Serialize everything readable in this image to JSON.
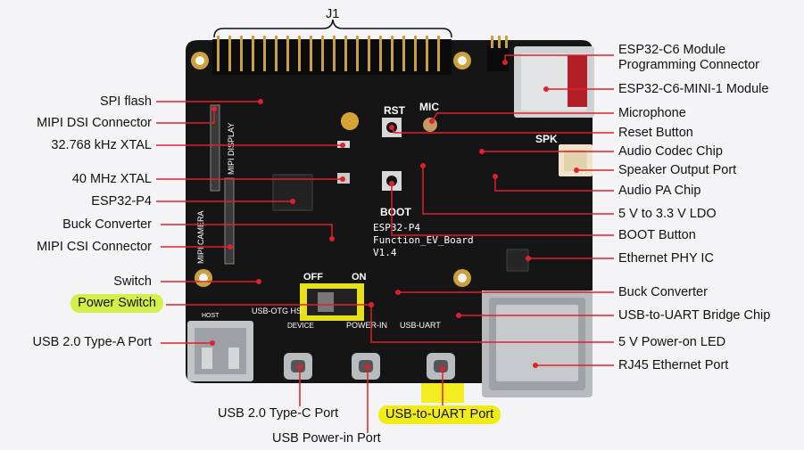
{
  "diagram": {
    "header_label": "J1",
    "board": {
      "silk_title_1": "ESP32-P4",
      "silk_title_2": "Function_EV_Board",
      "silk_version": "V1.4",
      "silk_rst": "RST",
      "silk_boot": "BOOT",
      "silk_mic": "MIC",
      "silk_spk": "SPK",
      "silk_off": "OFF",
      "silk_on": "ON",
      "silk_mipi_display": "MIPI DISPLAY",
      "silk_mipi_camera": "MIPI CAMERA",
      "silk_usb_otg": "USB-OTG HS",
      "silk_power_in": "POWER-IN",
      "silk_usb_uart": "USB-UART",
      "silk_device": "DEVICE",
      "silk_host": "HOST"
    },
    "left_labels": [
      "SPI flash",
      "MIPI DSI Connector",
      "32.768 kHz XTAL",
      "40 MHz XTAL",
      "ESP32-P4",
      "Buck Converter",
      "MIPI CSI Connector",
      "Switch",
      "Power Switch",
      "USB 2.0 Type-A Port"
    ],
    "right_labels": [
      "ESP32-C6 Module Programming Connector",
      "ESP32-C6-MINI-1 Module",
      "Microphone",
      "Reset Button",
      "Audio Codec Chip",
      "Speaker Output Port",
      "Audio PA Chip",
      "5 V to 3.3 V LDO",
      "BOOT Button",
      "Ethernet PHY IC",
      "Buck Converter",
      "USB-to-UART Bridge Chip",
      "5 V Power-on LED",
      "RJ45 Ethernet Port"
    ],
    "bottom_labels": [
      "USB 2.0 Type-C Port",
      "USB-to-UART Port",
      "USB Power-in Port"
    ],
    "colors": {
      "board": "#141414",
      "leader_line": "#e0202a",
      "dot": "#e0202a",
      "highlight_green": "#d4ef4a",
      "highlight_yellow": "#f2ec16"
    }
  }
}
